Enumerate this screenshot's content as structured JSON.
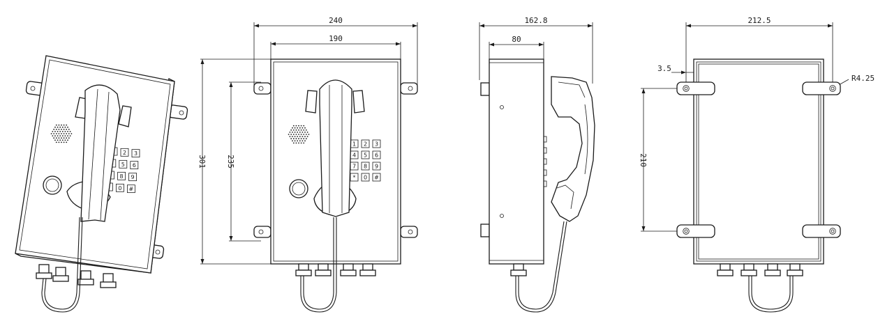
{
  "keypad": {
    "keys": [
      "1",
      "2",
      "3",
      "4",
      "5",
      "6",
      "7",
      "8",
      "9",
      "*",
      "0",
      "#"
    ]
  },
  "dimensions": {
    "front_width_outer": "240",
    "front_width_inner": "190",
    "front_height_total": "301",
    "front_height_holes": "235",
    "side_depth_total": "162.8",
    "side_depth_box": "80",
    "back_width": "212.5",
    "back_offset": "3.5",
    "back_radius": "R4.25",
    "back_height_holes": "210"
  },
  "colors": {
    "line": "#1a1a1a",
    "background": "#ffffff"
  }
}
